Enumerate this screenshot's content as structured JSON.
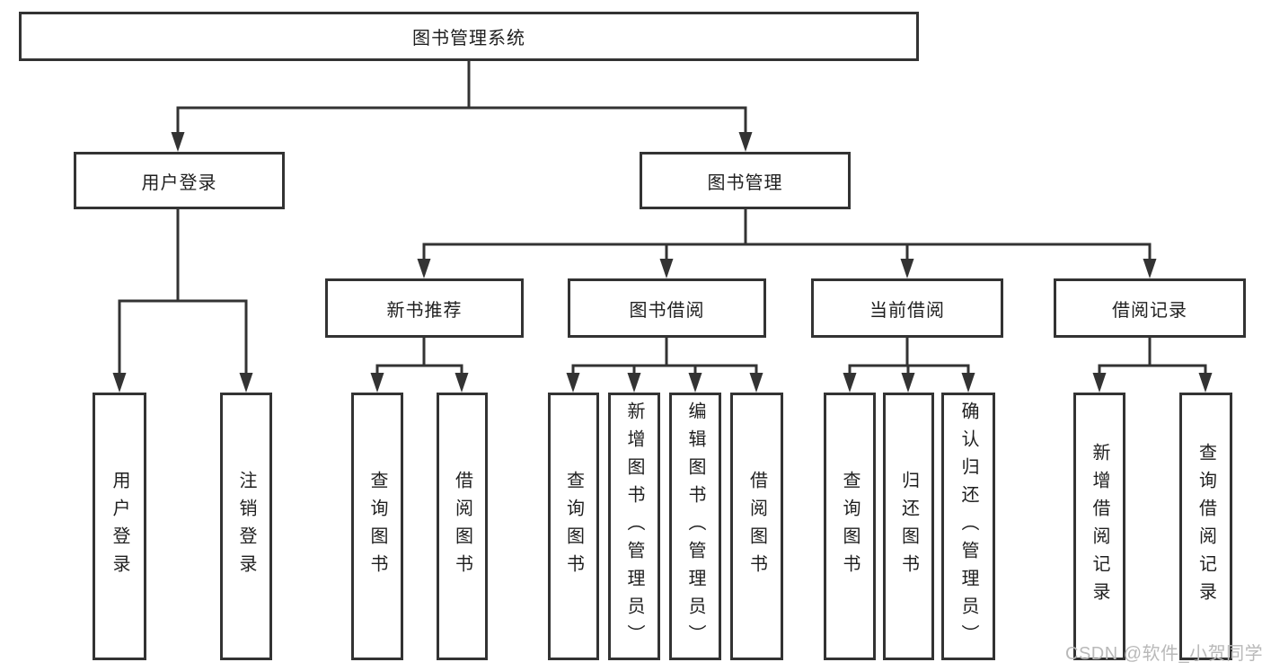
{
  "diagram": {
    "root": {
      "label": "图书管理系统"
    },
    "user_branch": {
      "label": "用户登录",
      "children": [
        {
          "label": "用户登录"
        },
        {
          "label": "注销登录"
        }
      ]
    },
    "book_branch": {
      "label": "图书管理",
      "sections": [
        {
          "label": "新书推荐",
          "children": [
            {
              "label": "查询图书"
            },
            {
              "label": "借阅图书"
            }
          ]
        },
        {
          "label": "图书借阅",
          "children": [
            {
              "label": "查询图书"
            },
            {
              "label": "新增图书（管理员）"
            },
            {
              "label": "编辑图书（管理员）"
            },
            {
              "label": "借阅图书"
            }
          ]
        },
        {
          "label": "当前借阅",
          "children": [
            {
              "label": "查询图书"
            },
            {
              "label": "归还图书"
            },
            {
              "label": "确认归还（管理员）"
            }
          ]
        },
        {
          "label": "借阅记录",
          "children": [
            {
              "label": "新增借阅记录"
            },
            {
              "label": "查询借阅记录"
            }
          ]
        }
      ]
    }
  },
  "watermark": {
    "text": "CSDN @软件_小贺同学"
  },
  "colors": {
    "line": "#333333",
    "border": "#333333",
    "text": "#1f1f1f",
    "watermark": "#b9b9b9",
    "background": "#ffffff"
  }
}
